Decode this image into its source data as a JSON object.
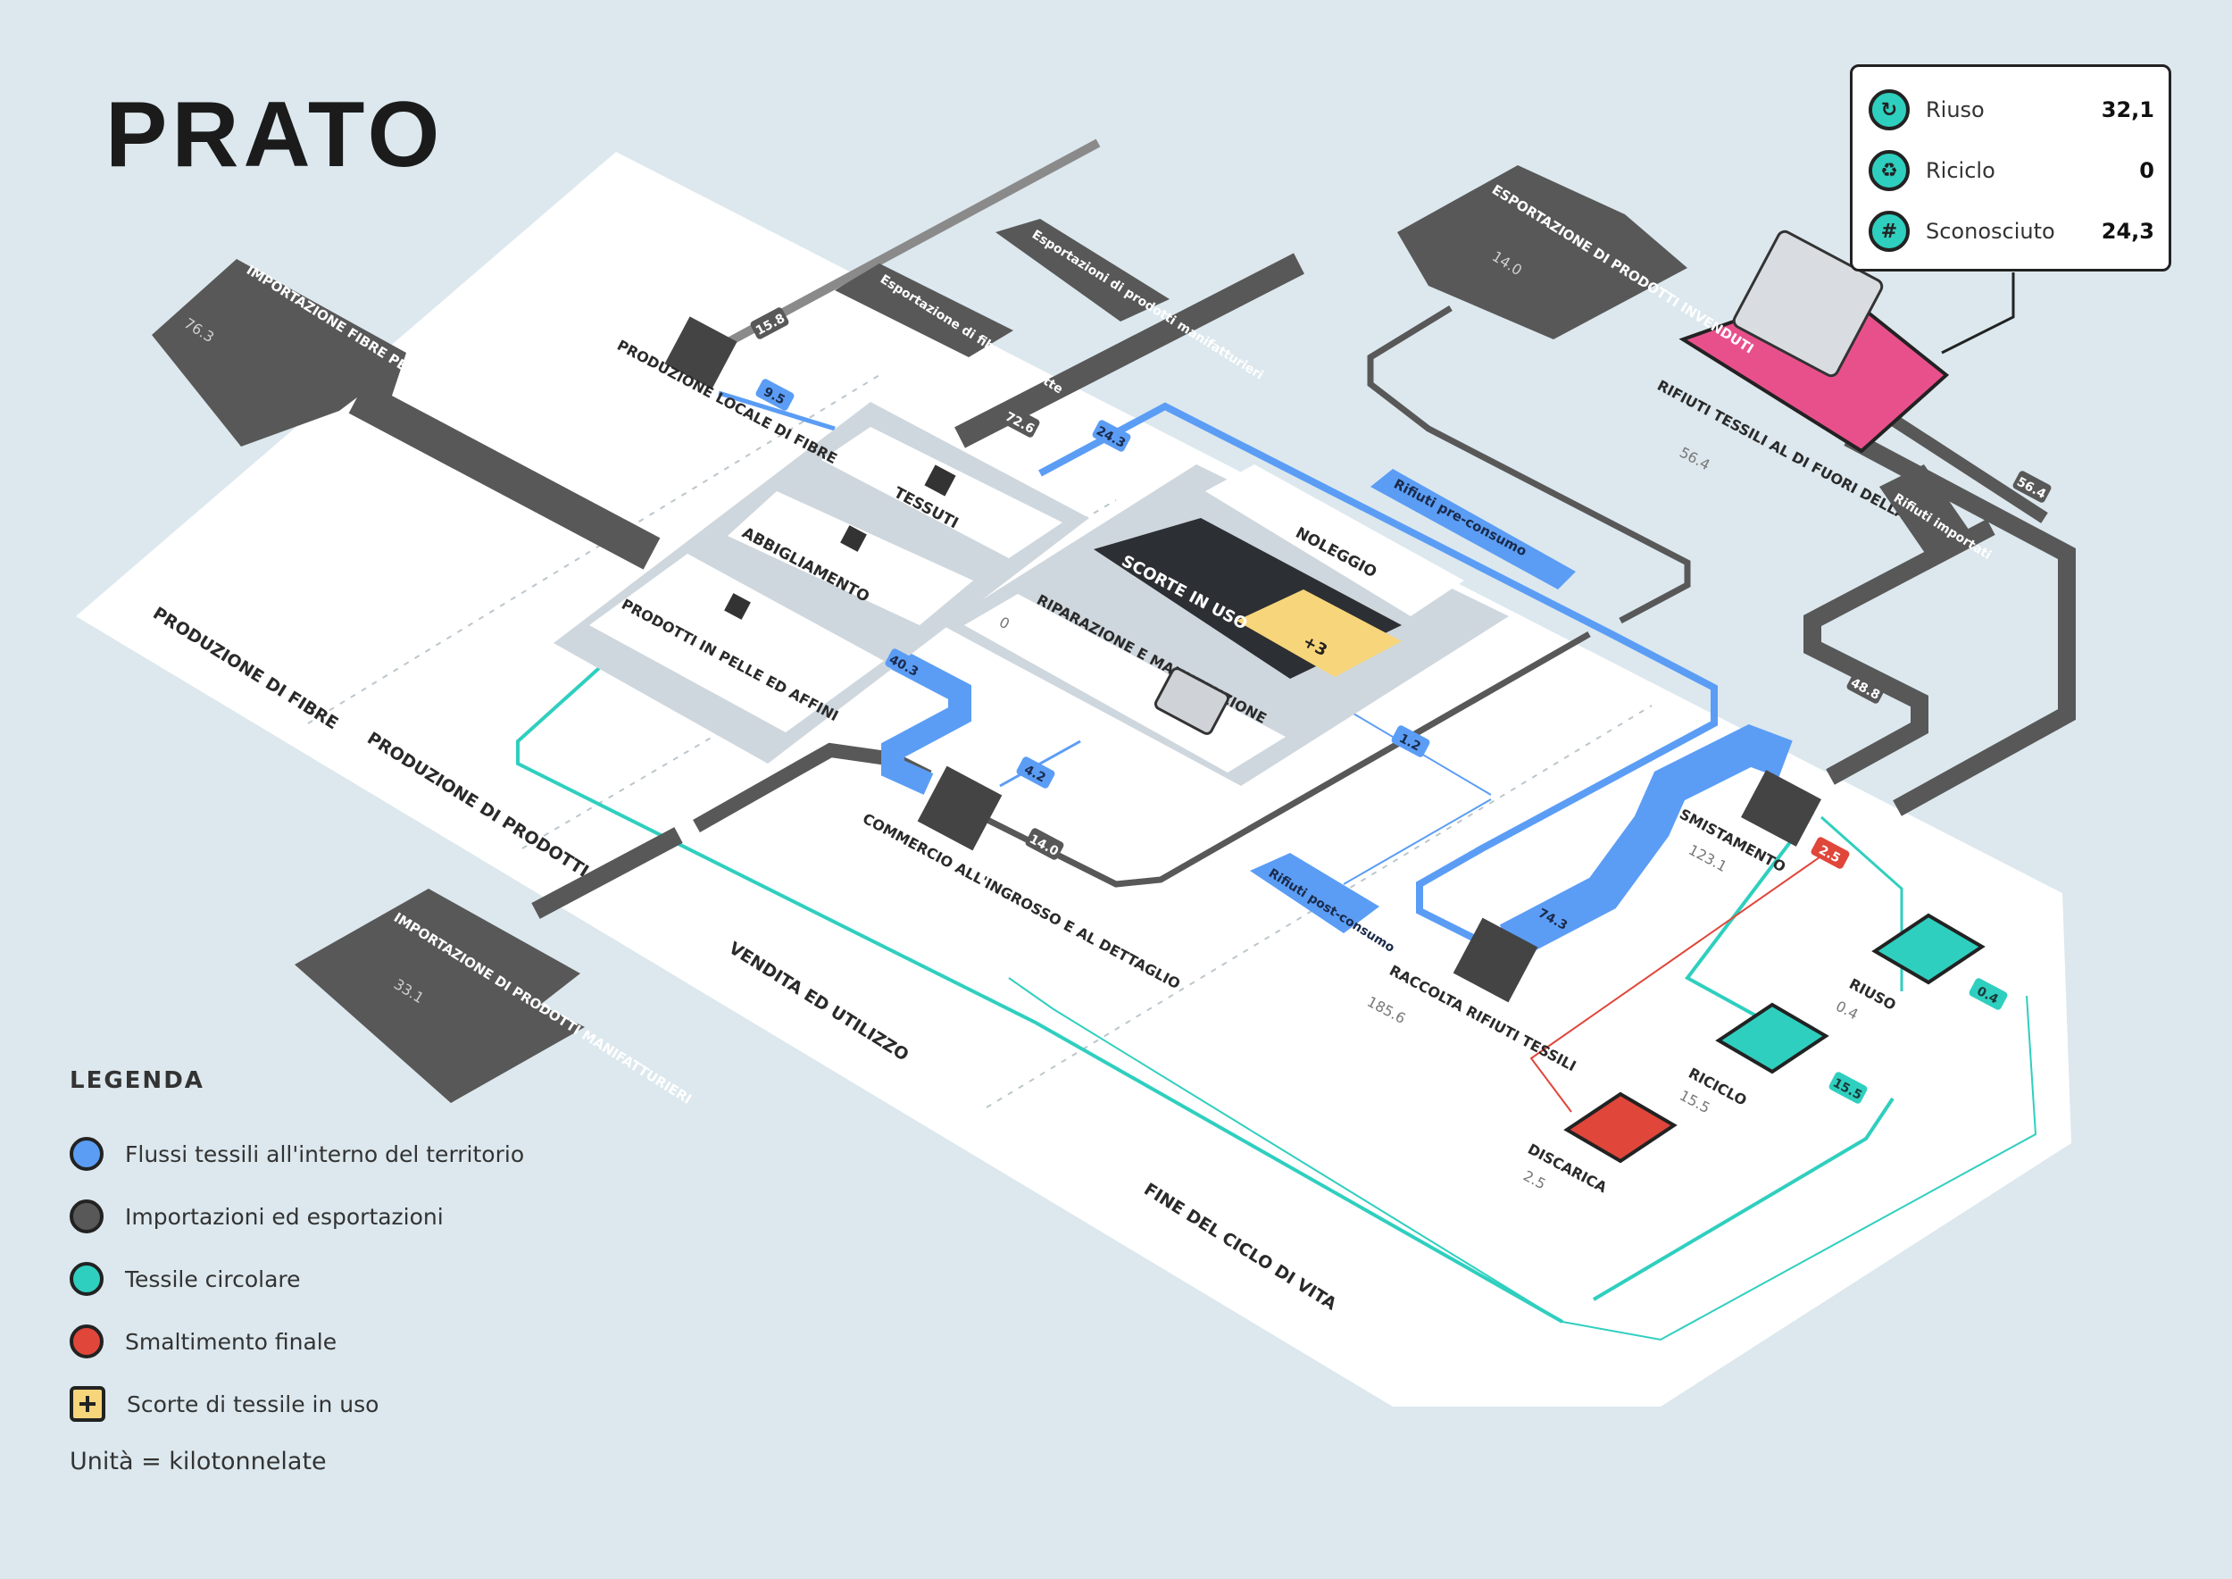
{
  "title": "PRATO",
  "stats": [
    {
      "label": "Riuso",
      "value": "32,1",
      "icon": "cycle-icon"
    },
    {
      "label": "Riciclo",
      "value": "0",
      "icon": "recycle-icon"
    },
    {
      "label": "Sconosciuto",
      "value": "24,3",
      "icon": "hash-icon"
    }
  ],
  "legend": {
    "title": "LEGENDA",
    "items": [
      {
        "label": "Flussi tessili all'interno del territorio",
        "color": "#5b9df5"
      },
      {
        "label": "Importazioni ed esportazioni",
        "color": "#585858"
      },
      {
        "label": "Tessile circolare",
        "color": "#2fcfbf"
      },
      {
        "label": "Smaltimento finale",
        "color": "#e0463a"
      },
      {
        "label": "Scorte di tessile in uso",
        "color": "#f7d57a"
      }
    ],
    "units": "Unità = kilotonnelate"
  },
  "colors": {
    "blue": "#5b9df5",
    "dark": "#585858",
    "teal": "#2fcfbf",
    "red": "#e0463a",
    "yellow": "#f7d57a",
    "pink": "#e8508c"
  },
  "sections": {
    "fibre": "PRODUZIONE DI FIBRE",
    "prodotti": "PRODUZIONE DI PRODOTTI",
    "vendita": "VENDITA ED UTILIZZO",
    "fine": "FINE DEL CICLO DI VITA"
  },
  "nodes": {
    "import_fibre": {
      "label": "IMPORTAZIONE FIBRE PER LA PRODUZIONE",
      "value": "76.3"
    },
    "import_prodotti": {
      "label": "IMPORTAZIONE DI PRODOTTI MANIFATTURIERI",
      "value": "33.1"
    },
    "export_invenduti": {
      "label": "ESPORTAZIONE DI PRODOTTI INVENDUTI",
      "value": "14.0"
    },
    "export_fibre": {
      "label": "Esportazione di fibre prodotte"
    },
    "export_manifatturieri": {
      "label": "Esportazioni di prodotti manifatturieri"
    },
    "produzione_fibre": {
      "label": "PRODUZIONE LOCALE DI FIBRE"
    },
    "tessuti": {
      "label": "TESSUTI"
    },
    "abbigliamento": {
      "label": "ABBIGLIAMENTO"
    },
    "pelle": {
      "label": "PRODOTTI IN PELLE ED AFFINI"
    },
    "scorte": {
      "label": "SCORTE IN USO",
      "value": "+3"
    },
    "noleggio": {
      "label": "NOLEGGIO"
    },
    "riparazione": {
      "label": "RIPARAZIONE E MANUTENZIONE",
      "value": "0"
    },
    "commercio": {
      "label": "COMMERCIO ALL'INGROSSO E AL DETTAGLIO"
    },
    "rifiuti_fuori": {
      "label": "RIFIUTI TESSILI AL DI FUORI DELLA CITTÀ",
      "value": "56.4"
    },
    "smistamento": {
      "label": "SMISTAMENTO",
      "value": "123.1"
    },
    "raccolta": {
      "label": "RACCOLTA RIFIUTI TESSILI",
      "value": "185.6"
    },
    "riuso": {
      "label": "RIUSO",
      "value": "0.4"
    },
    "riciclo": {
      "label": "RICICLO",
      "value": "15.5"
    },
    "discarica": {
      "label": "DISCARICA",
      "value": "2.5"
    }
  },
  "tags": {
    "rifiuti_pre": "Rifiuti pre-consumo",
    "rifiuti_post": "Rifiuti post-consumo",
    "rifiuti_importati": "Rifiuti importati"
  },
  "flows": {
    "f_15_8": "15.8",
    "f_9_5": "9.5",
    "f_72_6": "72.6",
    "f_24_3": "24.3",
    "f_40_3": "40.3",
    "f_4_2": "4.2",
    "f_14_0": "14.0",
    "f_1_2": "1.2",
    "f_74_3": "74.3",
    "f_2_5": "2.5",
    "f_0_4": "0.4",
    "f_15_5": "15.5",
    "f_56_4": "56.4",
    "f_48_8": "48.8"
  }
}
